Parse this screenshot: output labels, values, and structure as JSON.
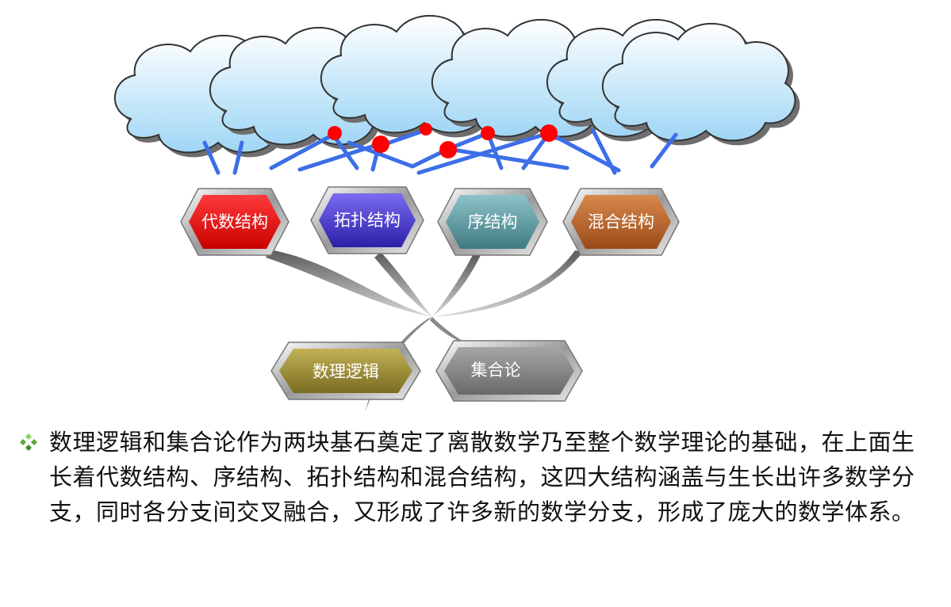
{
  "structures": {
    "algebraic": "代数结构",
    "topological": "拓扑结构",
    "order": "序结构",
    "mixed": "混合结构"
  },
  "foundations": {
    "logic": "数理逻辑",
    "set_theory": "集合论"
  },
  "colors": {
    "algebraic": "#e8141c",
    "topological": "#4a3bd0",
    "order": "#5f9ea5",
    "mixed": "#c46a2b",
    "logic": "#9a8b3a",
    "set_theory": "#8a8a8a",
    "links": "#3d6ee8",
    "nodes": "#ff0000",
    "bullet": "#6ab04c"
  },
  "text": {
    "bullet_icon": "diamond-cluster-icon",
    "paragraph": "数理逻辑和集合论作为两块基石奠定了离散数学乃至整个数学理论的基础，在上面生长着代数结构、序结构、拓扑结构和混合结构，这四大结构涵盖与生长出许多数学分支，同时各分支间交叉融合，又形成了许多新的数学分支，形成了庞大的数学体系。"
  }
}
